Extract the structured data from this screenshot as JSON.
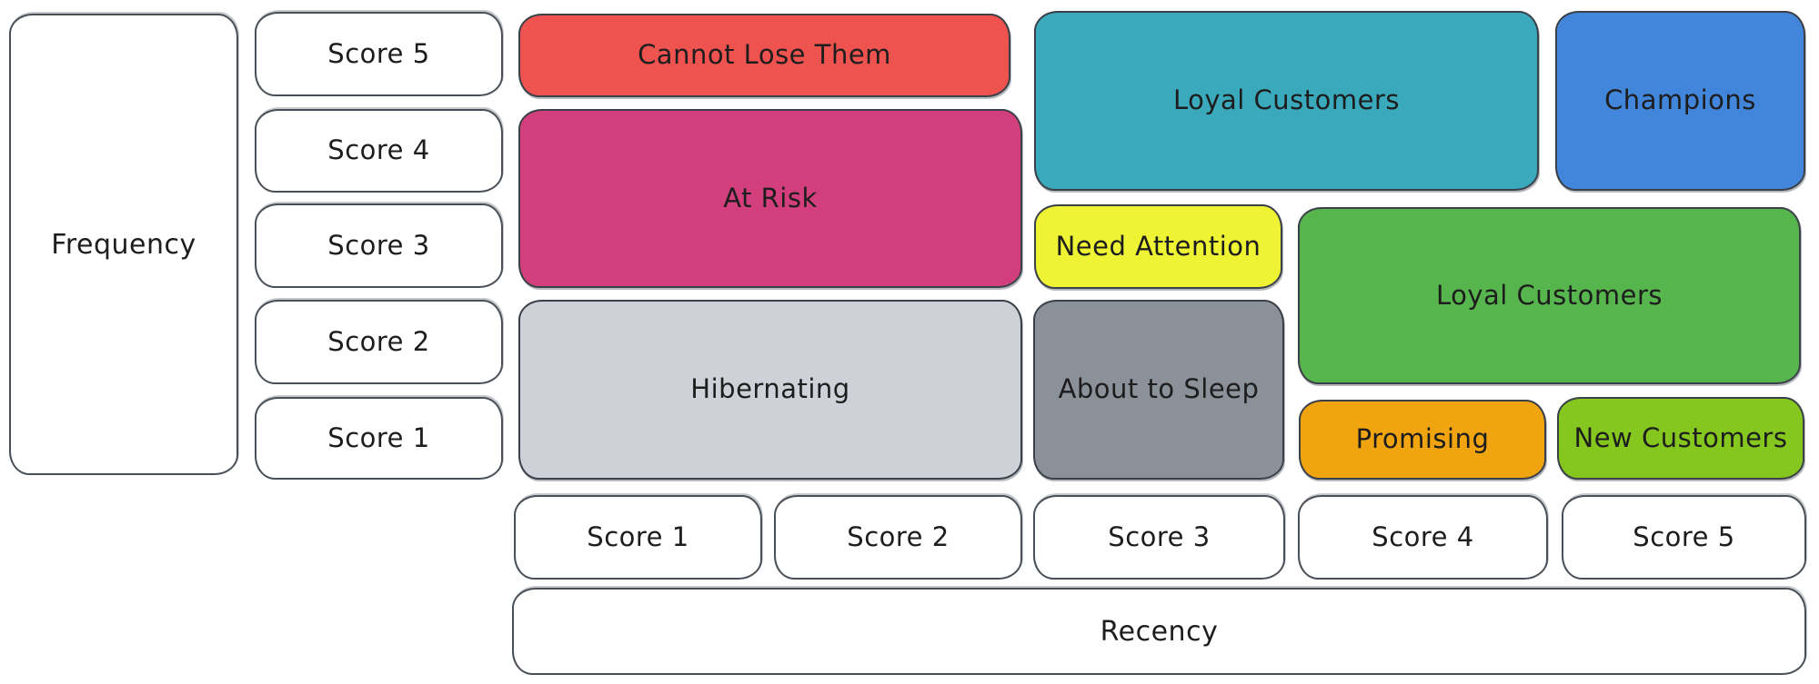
{
  "diagram": {
    "type": "rfm-segmentation-matrix",
    "axes": {
      "y_label": "Frequency",
      "x_label": "Recency",
      "y_scores": [
        "Score 5",
        "Score 4",
        "Score 3",
        "Score 2",
        "Score 1"
      ],
      "x_scores": [
        "Score 1",
        "Score 2",
        "Score 3",
        "Score 4",
        "Score 5"
      ]
    },
    "segments": [
      {
        "label": "Cannot Lose Them",
        "color": "#ef5350",
        "recency_span": "1-2",
        "frequency_span": "5"
      },
      {
        "label": "At Risk",
        "color": "#d33f7d",
        "recency_span": "1-2",
        "frequency_span": "3-4"
      },
      {
        "label": "Hibernating",
        "color": "#ced2d8",
        "recency_span": "1-2",
        "frequency_span": "1-2"
      },
      {
        "label": "Loyal Customers",
        "color": "#3aa9bc",
        "recency_span": "3-4",
        "frequency_span": "4-5"
      },
      {
        "label": "Champions",
        "color": "#4286dc",
        "recency_span": "5",
        "frequency_span": "4-5"
      },
      {
        "label": "Need Attention",
        "color": "#eef434",
        "recency_span": "3",
        "frequency_span": "3"
      },
      {
        "label": "Loyal Customers",
        "color": "#57b54e",
        "recency_span": "4-5",
        "frequency_span": "2-3"
      },
      {
        "label": "About to Sleep",
        "color": "#8b9199",
        "recency_span": "3",
        "frequency_span": "1-2"
      },
      {
        "label": "Promising",
        "color": "#f0a40f",
        "recency_span": "4",
        "frequency_span": "1"
      },
      {
        "label": "New Customers",
        "color": "#85c71f",
        "recency_span": "5",
        "frequency_span": "1"
      }
    ]
  }
}
